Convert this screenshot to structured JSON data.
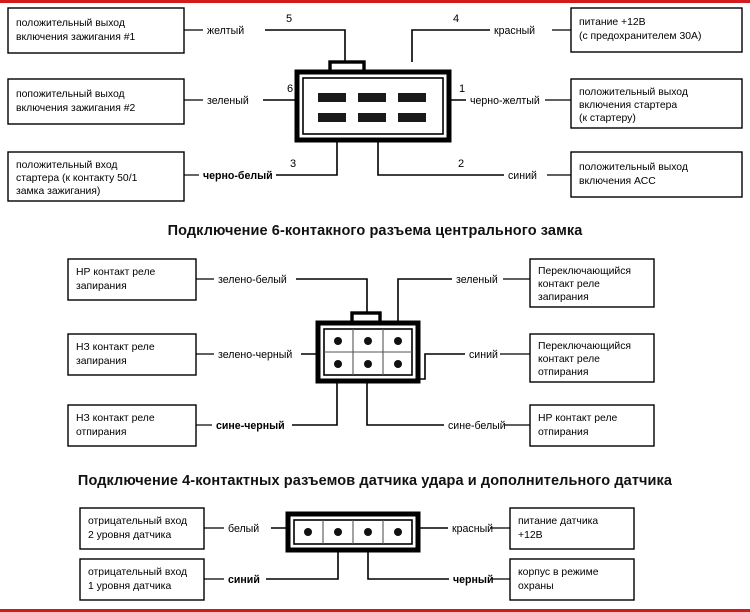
{
  "document": {
    "type": "wiring-diagram",
    "language": "ru",
    "accent_color": "#d01c1c"
  },
  "section_titles": {
    "lock": "Подключение 6-контакного разъема центрального замка",
    "sensor": "Подключение 4-контактных разъемов датчика удара и дополнительного датчика"
  },
  "ignition": {
    "connector": {
      "pins": 6,
      "style": "flat-blade"
    },
    "left": [
      {
        "pin": "5",
        "wire": "желтый",
        "bold": false,
        "lines": [
          "положительный выход",
          "включения зажигания #1"
        ]
      },
      {
        "pin": "6",
        "wire": "зеленый",
        "bold": false,
        "lines": [
          "попожительный выход",
          "включения зажигания #2"
        ]
      },
      {
        "pin": "3",
        "wire": "черно-белый",
        "bold": true,
        "lines": [
          "положительный вход",
          "стартера (к контакту 50/1",
          "замка зажигания)"
        ]
      }
    ],
    "right": [
      {
        "pin": "4",
        "wire": "красный",
        "bold": false,
        "lines": [
          "питание +12В",
          "(с предохранителем 30А)"
        ]
      },
      {
        "pin": "1",
        "wire": "черно-желтый",
        "bold": false,
        "lines": [
          "положительный выход",
          "включения стартера",
          "(к стартеру)"
        ]
      },
      {
        "pin": "2",
        "wire": "синий",
        "bold": false,
        "lines": [
          "положительный выход",
          "включения АСС"
        ]
      }
    ]
  },
  "central_lock": {
    "connector": {
      "pins": 6,
      "style": "round-grid"
    },
    "left": [
      {
        "wire": "зелено-белый",
        "bold": false,
        "lines": [
          "НР контакт реле",
          "запирания"
        ]
      },
      {
        "wire": "зелено-черный",
        "bold": false,
        "lines": [
          "НЗ контакт реле",
          "запирания"
        ]
      },
      {
        "wire": "сине-черный",
        "bold": true,
        "lines": [
          "НЗ контакт реле",
          "отпирания"
        ]
      }
    ],
    "right": [
      {
        "wire": "зеленый",
        "bold": false,
        "lines": [
          "Переключающийся",
          "контакт реле",
          "запирания"
        ]
      },
      {
        "wire": "синий",
        "bold": false,
        "lines": [
          "Переключающийся",
          "контакт реле",
          "отпирания"
        ]
      },
      {
        "wire": "сине-белый",
        "bold": false,
        "lines": [
          "НР контакт реле",
          "отпирания"
        ]
      }
    ]
  },
  "shock_sensor": {
    "connector": {
      "pins": 4,
      "style": "round-strip"
    },
    "left": [
      {
        "wire": "белый",
        "bold": false,
        "lines": [
          "отрицательный вход",
          "2 уровня датчика"
        ]
      },
      {
        "wire": "синий",
        "bold": true,
        "lines": [
          "отрицательный вход",
          "1 уровня датчика"
        ]
      }
    ],
    "right": [
      {
        "wire": "красный",
        "bold": false,
        "lines": [
          "питание датчика",
          "+12В"
        ]
      },
      {
        "wire": "черный",
        "bold": true,
        "lines": [
          "корпус в режиме",
          "охраны"
        ]
      }
    ]
  }
}
